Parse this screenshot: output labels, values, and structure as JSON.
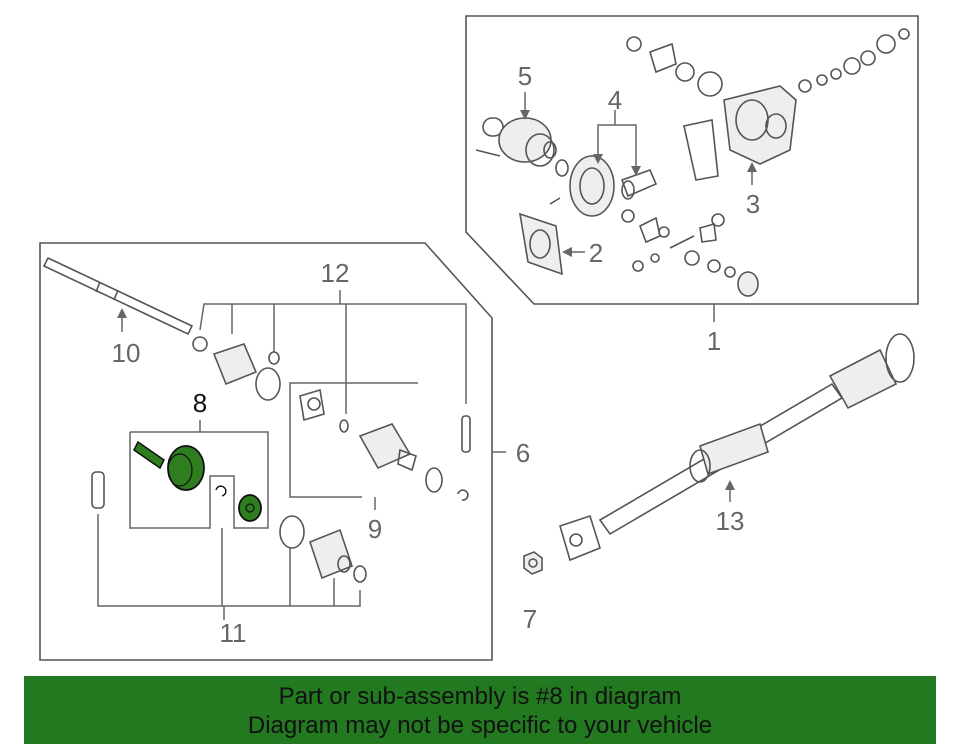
{
  "callouts": {
    "c1": "1",
    "c2": "2",
    "c3": "3",
    "c4": "4",
    "c5": "5",
    "c6": "6",
    "c7": "7",
    "c8": "8",
    "c9": "9",
    "c10": "10",
    "c11": "11",
    "c12": "12",
    "c13": "13"
  },
  "highlight": {
    "part_number": "8",
    "color": "#2e7d1f"
  },
  "banner": {
    "line1": "Part or sub-assembly is #8 in diagram",
    "line2": "Diagram may not be specific to your vehicle",
    "background": "#22791f"
  }
}
